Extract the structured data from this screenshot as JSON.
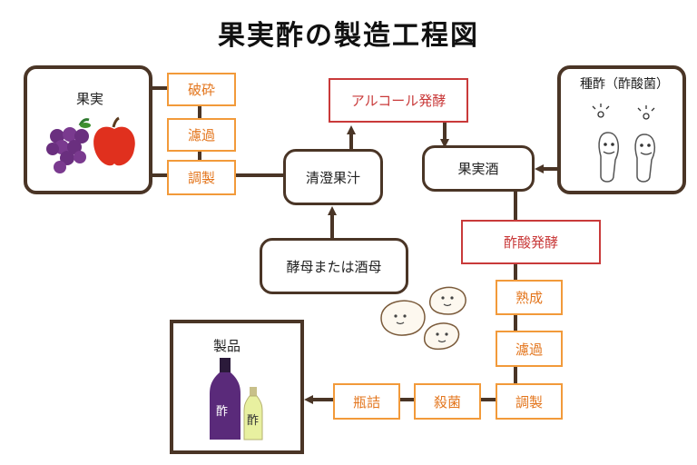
{
  "title": "果実酢の製造工程図",
  "fruit_box": {
    "label": "果実"
  },
  "starter_box": {
    "label": "種酢（酢酸菌）"
  },
  "product_box": {
    "label": "製品",
    "bottle_label_1": "酢",
    "bottle_label_2": "酢"
  },
  "left_steps": [
    "破砕",
    "濾過",
    "調製"
  ],
  "juice": "清澄果汁",
  "yeast": "酵母または酒母",
  "alcohol_fermentation": "アルコール発酵",
  "fruit_wine": "果実酒",
  "acetic_fermentation": "酢酸発酵",
  "right_steps": [
    "熟成",
    "濾過",
    "調製"
  ],
  "bottom_steps": [
    "殺菌",
    "瓶詰"
  ],
  "colors": {
    "brown": "#4a3526",
    "orange": "#f29a3a",
    "red": "#c93a3a",
    "grape": "#6a2f7f",
    "apple": "#e0301e"
  }
}
